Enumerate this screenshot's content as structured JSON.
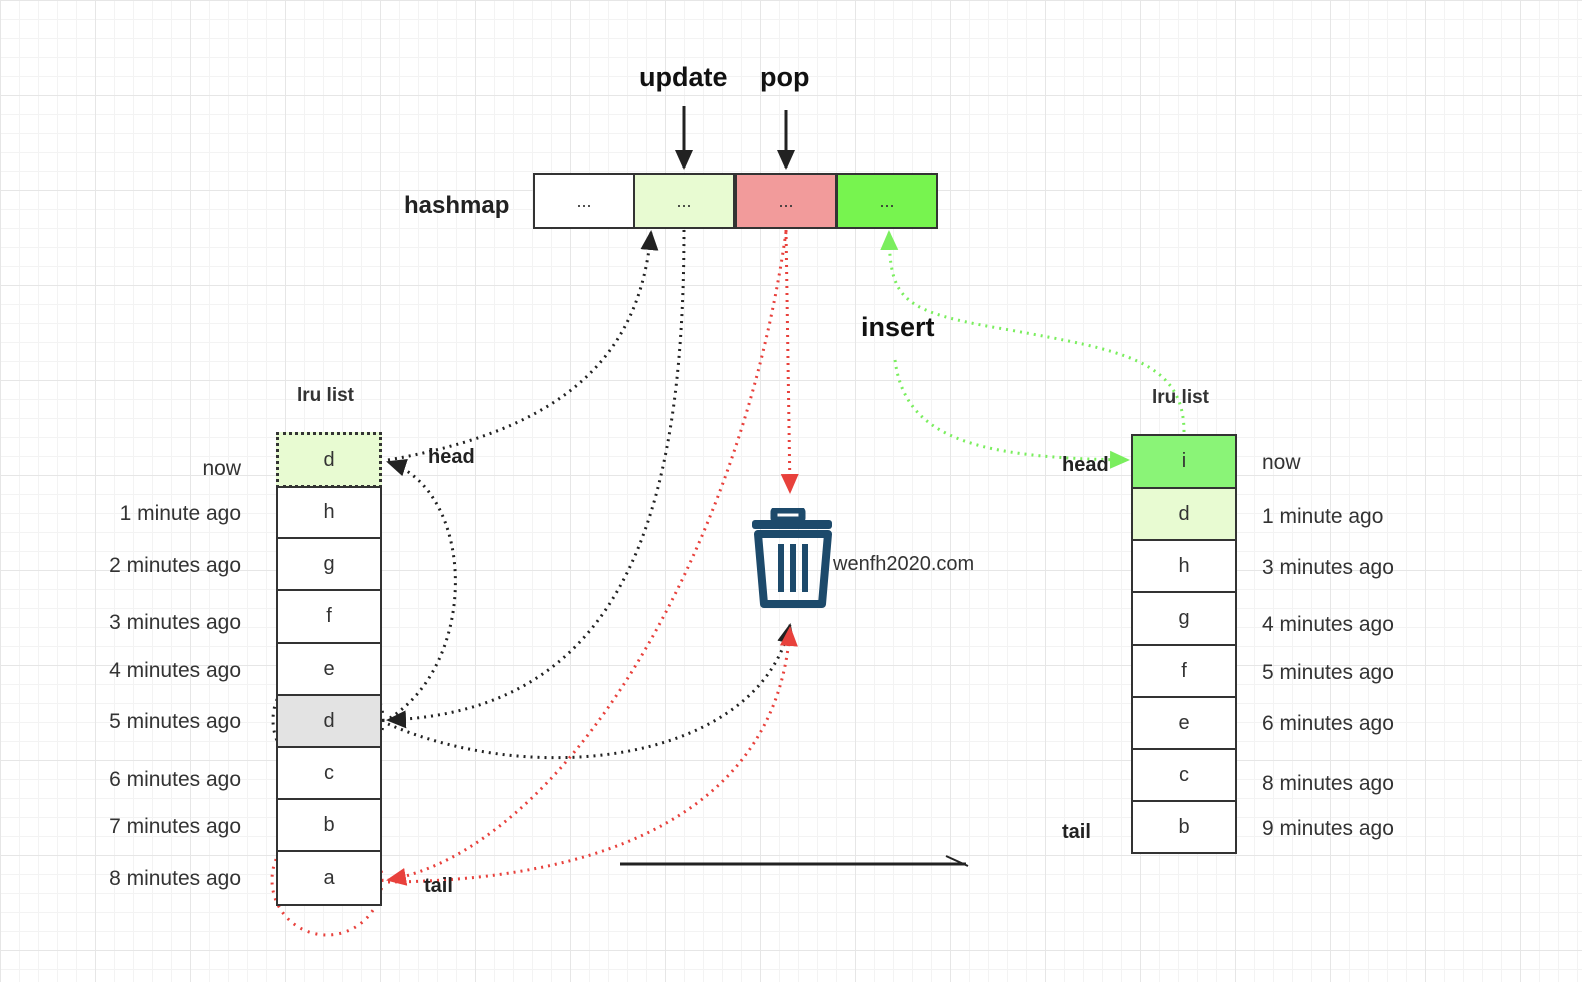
{
  "operations": {
    "update": "update",
    "pop": "pop",
    "insert": "insert"
  },
  "hashmap": {
    "label": "hashmap",
    "cells": [
      {
        "text": "...",
        "color": "#ffffff"
      },
      {
        "text": "...",
        "color": "#e8fbd2"
      },
      {
        "text": "...",
        "color": "#f29b9b"
      },
      {
        "text": "...",
        "color": "#77f44f"
      }
    ]
  },
  "left_list": {
    "title": "lru list",
    "head_label": "head",
    "tail_label": "tail",
    "items": [
      {
        "key": "d",
        "time": "now",
        "color": "#e8fbd2"
      },
      {
        "key": "h",
        "time": "1 minute ago",
        "color": "#ffffff"
      },
      {
        "key": "g",
        "time": "2 minutes ago",
        "color": "#ffffff"
      },
      {
        "key": "f",
        "time": "3 minutes ago",
        "color": "#ffffff"
      },
      {
        "key": "e",
        "time": "4 minutes ago",
        "color": "#ffffff"
      },
      {
        "key": "d",
        "time": "5 minutes ago",
        "color": "#e3e3e3"
      },
      {
        "key": "c",
        "time": "6 minutes ago",
        "color": "#ffffff"
      },
      {
        "key": "b",
        "time": "7 minutes ago",
        "color": "#ffffff"
      },
      {
        "key": "a",
        "time": "8 minutes ago",
        "color": "#ffffff"
      }
    ]
  },
  "right_list": {
    "title": "lru list",
    "head_label": "head",
    "tail_label": "tail",
    "items": [
      {
        "key": "i",
        "time": "now",
        "color": "#8af477"
      },
      {
        "key": "d",
        "time": "1 minute ago",
        "color": "#e8fbd2"
      },
      {
        "key": "h",
        "time": "3 minutes ago",
        "color": "#ffffff"
      },
      {
        "key": "g",
        "time": "4 minutes ago",
        "color": "#ffffff"
      },
      {
        "key": "f",
        "time": "5 minutes ago",
        "color": "#ffffff"
      },
      {
        "key": "e",
        "time": "6 minutes ago",
        "color": "#ffffff"
      },
      {
        "key": "c",
        "time": "8 minutes ago",
        "color": "#ffffff"
      },
      {
        "key": "b",
        "time": "9 minutes ago",
        "color": "#ffffff"
      }
    ]
  },
  "trash": {
    "icon": "trash-icon",
    "watermark": "wenfh2020.com",
    "color": "#1d4a6b"
  },
  "colors": {
    "update_arrow": "#222222",
    "pop_arrow": "#e8413c",
    "insert_arrow": "#7aee5e"
  }
}
